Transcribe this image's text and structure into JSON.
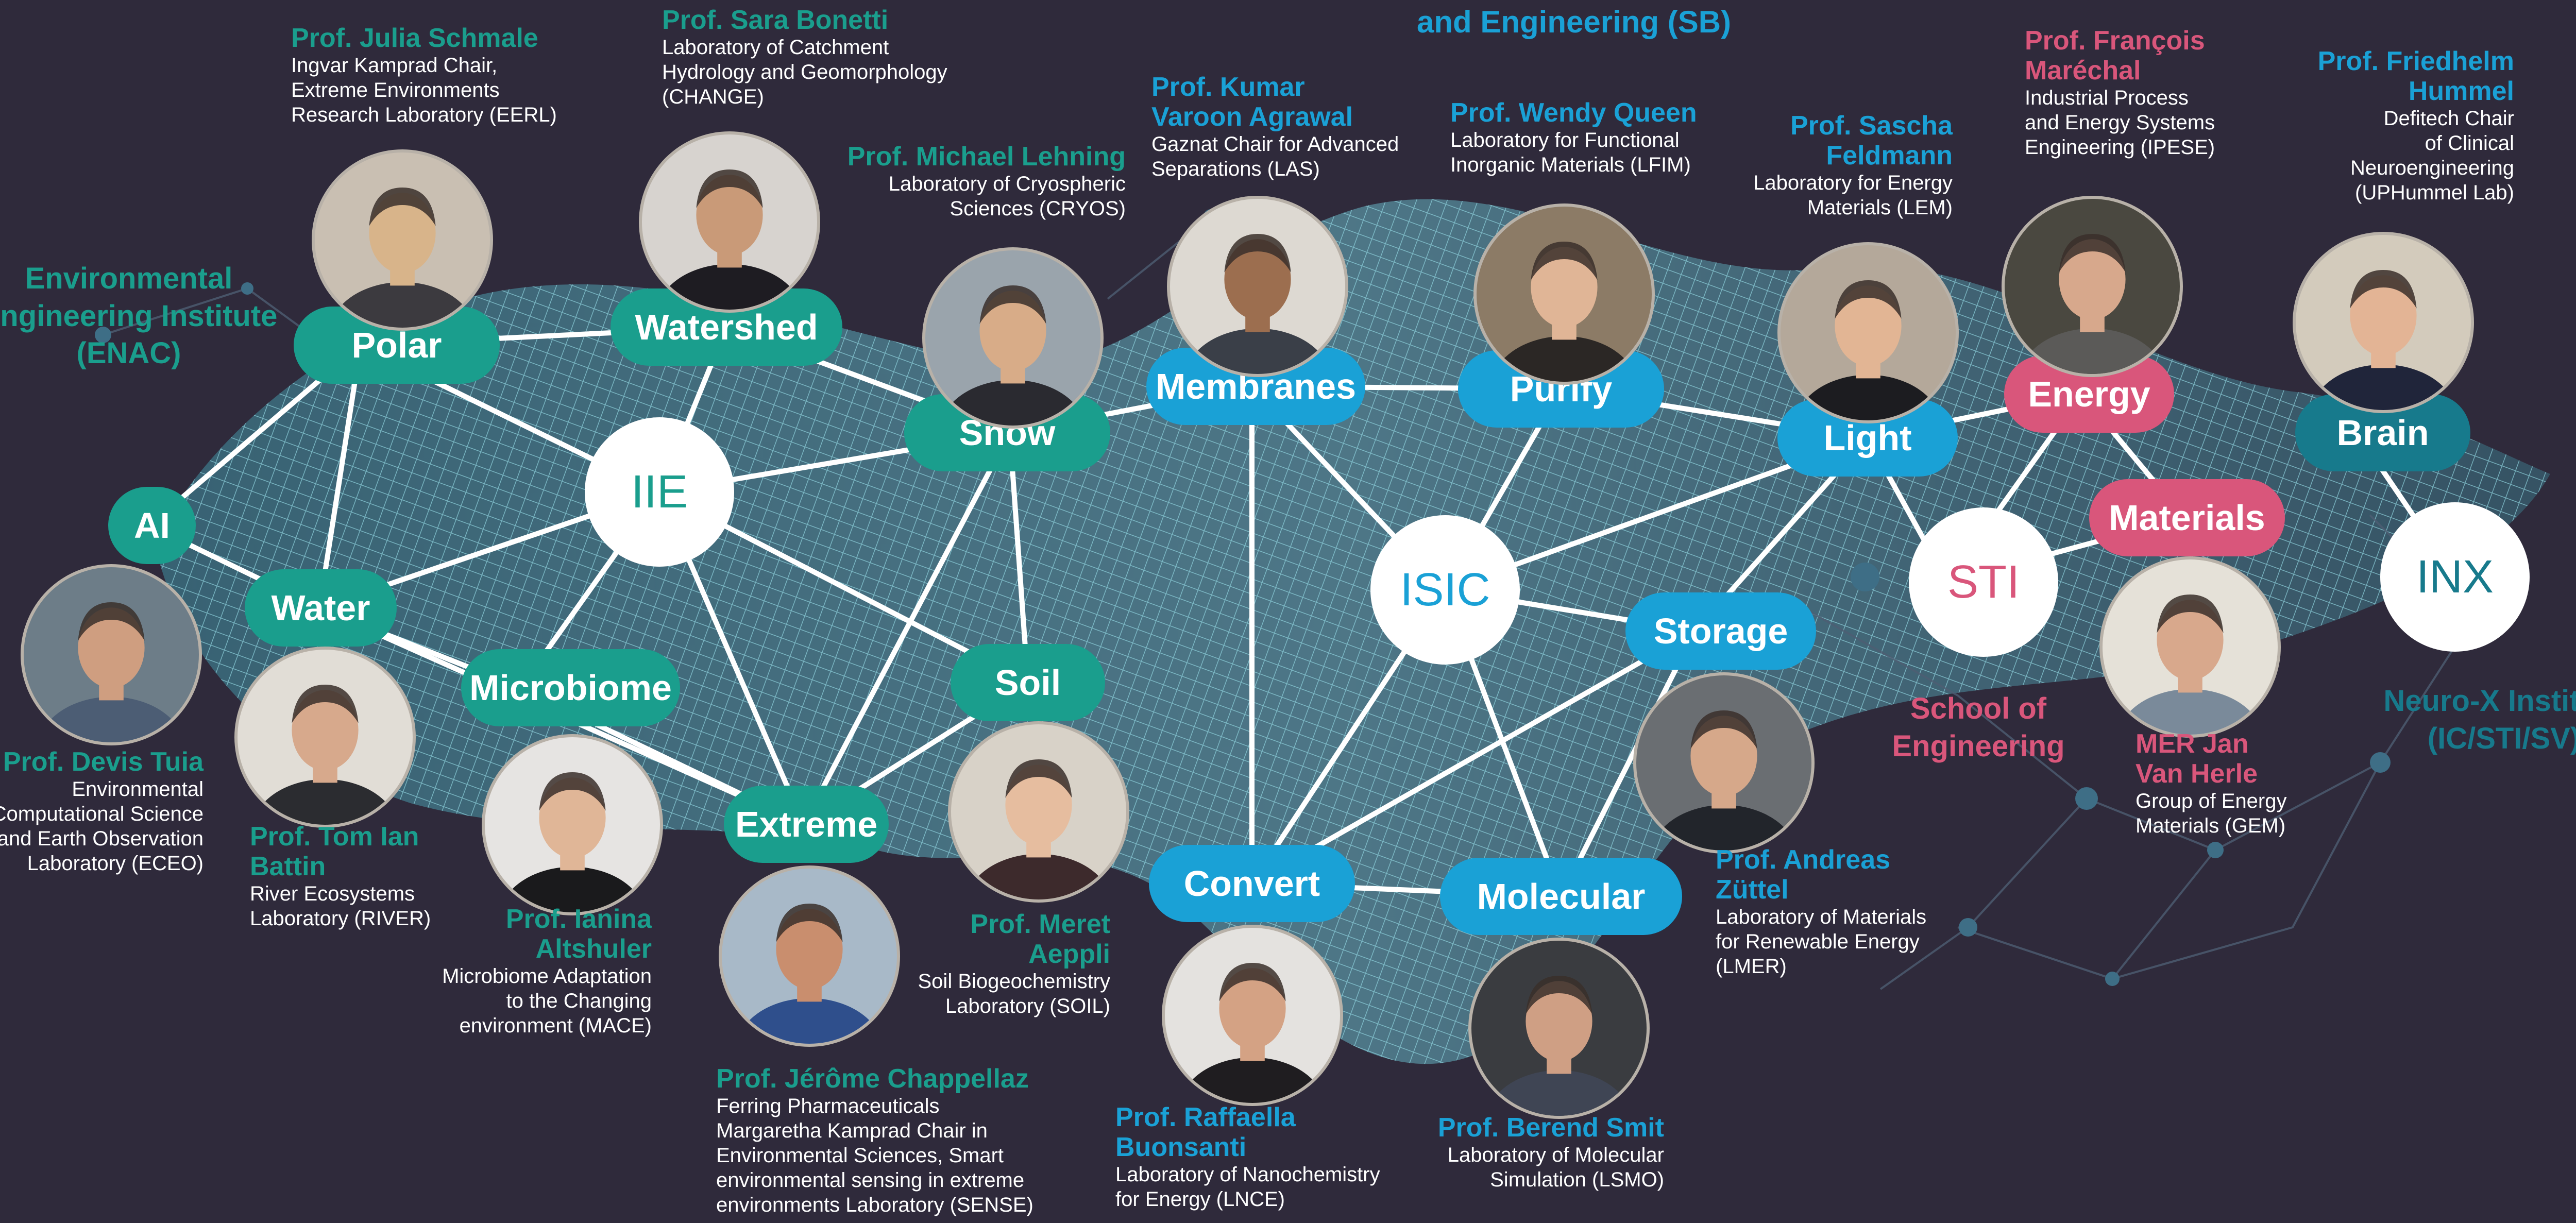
{
  "colors": {
    "background": "#2f2a3b",
    "green": "#1a9e8d",
    "blue": "#1aa1d6",
    "pink": "#d9567b",
    "dark": "#177a8c",
    "mesh": "#8fd3de"
  },
  "header": {
    "school_label": "and Engineering (SB)"
  },
  "institutes": {
    "enac": "Environmental\nEngineering Institute\n(ENAC)",
    "sti": "School of\nEngineering",
    "neurox": "Neuro-X Institute\n(IC/STI/SV)"
  },
  "hubs": {
    "iie": "IIE",
    "isic": "ISIC",
    "sti": "STI",
    "inx": "INX"
  },
  "topics": {
    "ai": "AI",
    "polar": "Polar",
    "watershed": "Watershed",
    "water": "Water",
    "microbiome": "Microbiome",
    "extreme": "Extreme",
    "soil": "Soil",
    "snow": "Snow",
    "membranes": "Membranes",
    "purify": "Purify",
    "light": "Light",
    "storage": "Storage",
    "convert": "Convert",
    "molecular": "Molecular",
    "energy": "Energy",
    "materials": "Materials",
    "brain": "Brain"
  },
  "professors": [
    {
      "id": "schmale",
      "name": "Prof. Julia Schmale",
      "desc": "Ingvar Kamprad Chair,\nExtreme Environments\nResearch Laboratory (EERL)"
    },
    {
      "id": "bonetti",
      "name": "Prof. Sara Bonetti",
      "desc": "Laboratory of Catchment\nHydrology and Geomorphology\n(CHANGE)"
    },
    {
      "id": "lehning",
      "name": "Prof. Michael Lehning",
      "desc": "Laboratory of Cryospheric\nSciences (CRYOS)"
    },
    {
      "id": "agrawal",
      "name": "Prof. Kumar\nVaroon Agrawal",
      "desc": "Gaznat Chair for Advanced\nSeparations (LAS)"
    },
    {
      "id": "queen",
      "name": "Prof. Wendy Queen",
      "desc": "Laboratory for Functional\nInorganic Materials (LFIM)"
    },
    {
      "id": "feldmann",
      "name": "Prof. Sascha\nFeldmann",
      "desc": "Laboratory for Energy\nMaterials (LEM)"
    },
    {
      "id": "marechal",
      "name": "Prof. François\nMaréchal",
      "desc": "Industrial Process\nand Energy Systems\nEngineering (IPESE)"
    },
    {
      "id": "hummel",
      "name": "Prof. Friedhelm\nHummel",
      "desc": "Defitech Chair\nof Clinical\nNeuroengineering\n(UPHummel Lab)"
    },
    {
      "id": "tuia",
      "name": "Prof. Devis Tuia",
      "desc": "Environmental\nComputational Science\nand Earth Observation\nLaboratory (ECEO)"
    },
    {
      "id": "battin",
      "name": "Prof. Tom Ian\nBattin",
      "desc": "River Ecosystems\nLaboratory (RIVER)"
    },
    {
      "id": "altshuler",
      "name": "Prof. Ianina\nAltshuler",
      "desc": "Microbiome Adaptation\nto the Changing\nenvironment (MACE)"
    },
    {
      "id": "chappellaz",
      "name": "Prof. Jérôme Chappellaz",
      "desc": "Ferring Pharmaceuticals\nMargaretha Kamprad Chair in\nEnvironmental Sciences, Smart\nenvironmental sensing in extreme\nenvironments Laboratory (SENSE)"
    },
    {
      "id": "aeppli",
      "name": "Prof. Meret\nAeppli",
      "desc": "Soil Biogeochemistry\nLaboratory (SOIL)"
    },
    {
      "id": "buonsanti",
      "name": "Prof. Raffaella\nBuonsanti",
      "desc": "Laboratory of Nanochemistry\nfor Energy (LNCE)"
    },
    {
      "id": "smit",
      "name": "Prof. Berend Smit",
      "desc": "Laboratory of Molecular\nSimulation (LSMO)"
    },
    {
      "id": "zuttel",
      "name": "Prof. Andreas\nZüttel",
      "desc": "Laboratory of Materials\nfor Renewable Energy\n(LMER)"
    },
    {
      "id": "vanherle",
      "name": "MER Jan\nVan Herle",
      "desc": "Group of Energy\nMaterials (GEM)"
    }
  ]
}
